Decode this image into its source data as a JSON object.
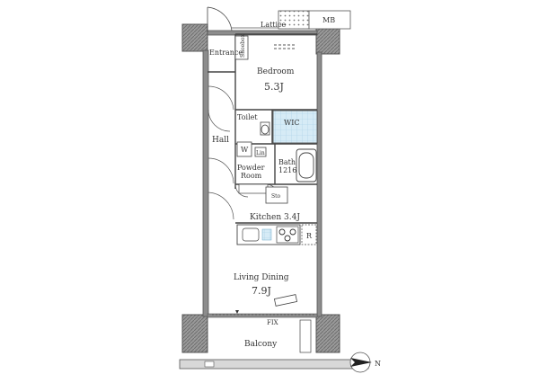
{
  "plan": {
    "rooms": {
      "bedroom": {
        "name": "Bedroom",
        "size": "5.3J"
      },
      "kitchen": {
        "label": "Kitchen 3.4J"
      },
      "living": {
        "name": "Living Dining",
        "size": "7.9J"
      },
      "bath": {
        "name": "Bath",
        "size": "1216"
      },
      "powder": {
        "line1": "Powder",
        "line2": "Room"
      },
      "toilet": {
        "name": "Toilet"
      },
      "hall": {
        "name": "Hall"
      },
      "entrance": {
        "name": "Entrance"
      },
      "wic": {
        "name": "WIC"
      },
      "balcony": {
        "name": "Balcony"
      }
    },
    "fixtures": {
      "lattice": "Lattice",
      "mb": "MB",
      "shoebox": "Shoebox",
      "washer": "W",
      "linen": "Lin",
      "storage": "Sto",
      "refrigerator": "R",
      "fix": "FIX"
    },
    "compass": {
      "north": "N"
    },
    "colors": {
      "wall": "#555555",
      "wall_fill": "#8c8c8c",
      "wic_fill": "#cfe6f3",
      "line": "#444444"
    }
  }
}
